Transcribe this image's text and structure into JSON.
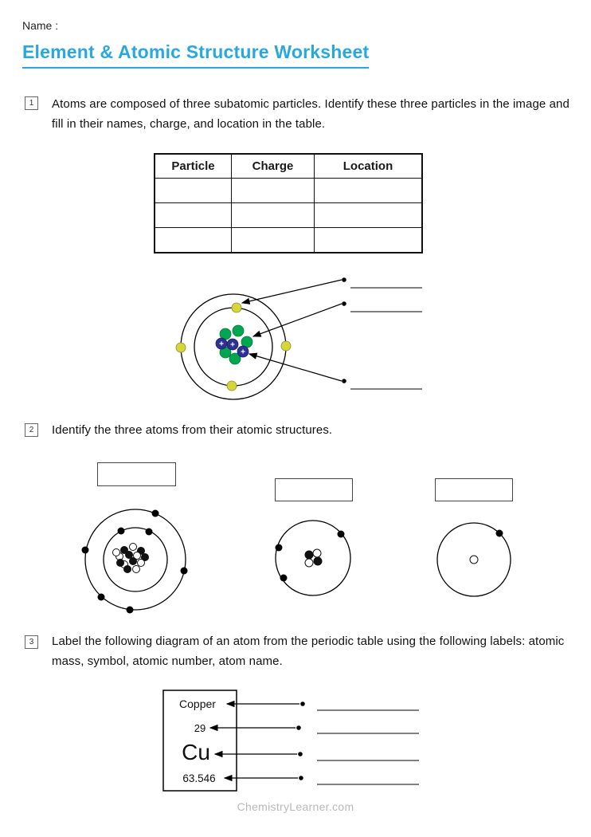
{
  "page": {
    "name_label": "Name :",
    "title": "Element & Atomic Structure Worksheet",
    "footer": "ChemistryLearner.com"
  },
  "colors": {
    "title_accent": "#29a8df",
    "electron_yellow": "#d6d63a",
    "neutron_green": "#00a651",
    "proton_navy": "#2e3192",
    "footer_gray": "#b9b9b9"
  },
  "questions": {
    "q1": {
      "number": "1",
      "text": "Atoms are composed of three subatomic particles. Identify these three particles in the image and fill in their names, charge, and location in the table.",
      "table": {
        "headers": [
          "Particle",
          "Charge",
          "Location"
        ],
        "blank_row_count": 3
      },
      "diagram": {
        "proton_symbol": "+",
        "answer_blank_count": 3
      }
    },
    "q2": {
      "number": "2",
      "text": "Identify the three atoms from their atomic structures.",
      "answer_box_count": 3
    },
    "q3": {
      "number": "3",
      "text": "Label the following diagram of an atom from the periodic table using the following labels: atomic mass, symbol, atomic number, atom name.",
      "element": {
        "name": "Copper",
        "atomic_number": "29",
        "symbol": "Cu",
        "atomic_mass": "63.546"
      },
      "answer_blank_count": 4
    }
  }
}
